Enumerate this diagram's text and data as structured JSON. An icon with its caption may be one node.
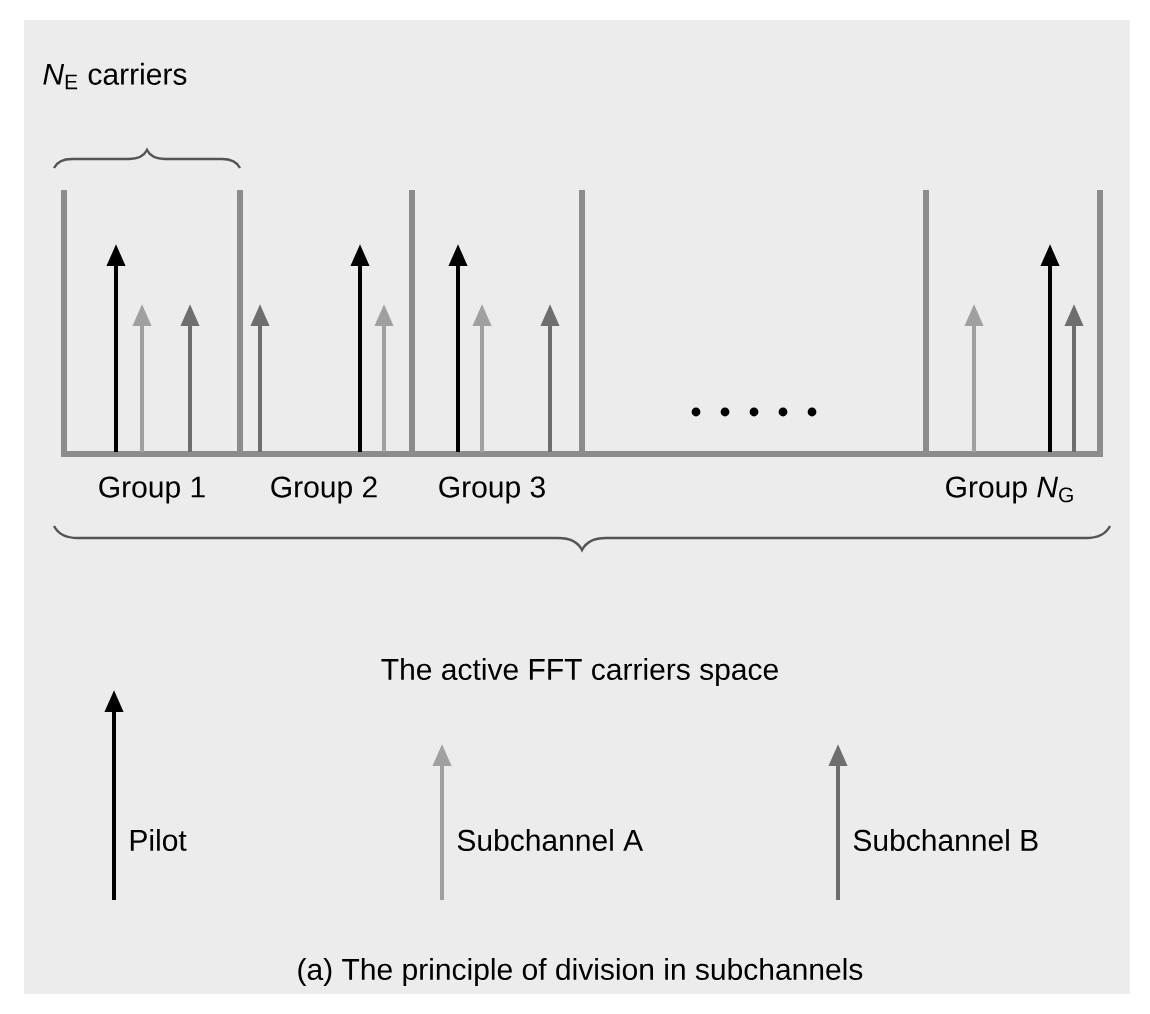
{
  "diagram": {
    "caption": "(a) The principle of division in subchannels",
    "labels": [
      "*N*$_{E}$ carriers",
      "Group 1",
      "Group 2",
      "Group 3",
      "Group *N*$_{G}$",
      "The active FFT carriers space"
    ],
    "legend": [
      {
        "text": "Pilot"
      },
      {
        "text": "Subchannel A"
      },
      {
        "text": "Subchannel B"
      }
    ]
  }
}
